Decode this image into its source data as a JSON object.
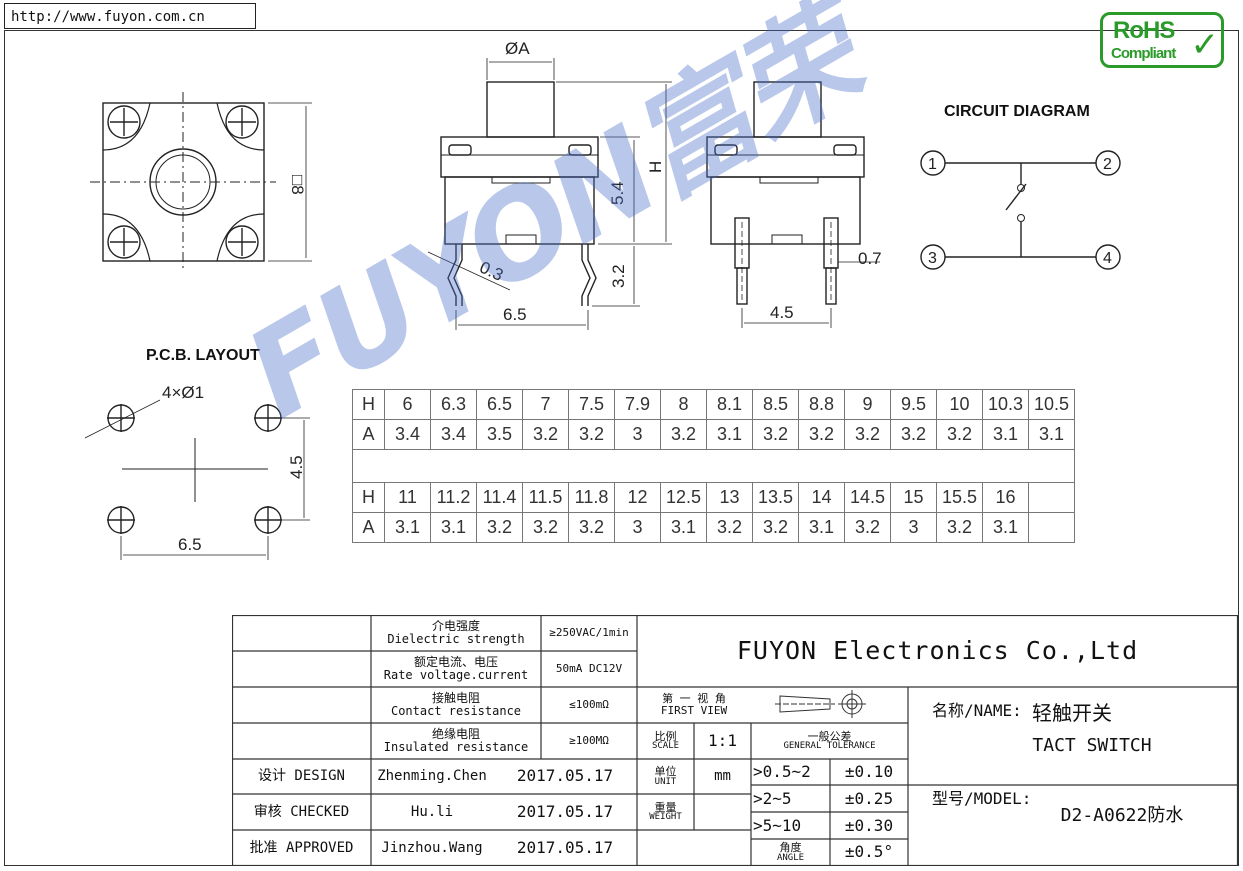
{
  "header": {
    "url": "http://www.fuyon.com.cn"
  },
  "rohs": {
    "line1": "RoHS",
    "line2": "Compliant"
  },
  "drawing": {
    "top_view": {
      "size_label": "□8"
    },
    "front_view": {
      "dia_label": "ØA",
      "h_label": "H",
      "body_label": "5.4",
      "pin_len_label": "3.2",
      "pin_thk_label": "0.3",
      "pitch_label": "6.5"
    },
    "side_view": {
      "pin_w_label": "0.7",
      "pitch_label": "4.5"
    },
    "circuit": {
      "title": "CIRCUIT DIAGRAM",
      "pins": [
        "1",
        "2",
        "3",
        "4"
      ]
    },
    "pcb": {
      "title": "P.C.B. LAYOUT",
      "hole_label": "4×Ø1",
      "v_label": "4.5",
      "h_label": "6.5"
    }
  },
  "watermark": {
    "text": "FUYON富荣"
  },
  "dimension_table": {
    "row_label_h": "H",
    "row_label_a": "A",
    "group1": {
      "H": [
        "6",
        "6.3",
        "6.5",
        "7",
        "7.5",
        "7.9",
        "8",
        "8.1",
        "8.5",
        "8.8",
        "9",
        "9.5",
        "10",
        "10.3",
        "10.5"
      ],
      "A": [
        "3.4",
        "3.4",
        "3.5",
        "3.2",
        "3.2",
        "3",
        "3.2",
        "3.1",
        "3.2",
        "3.2",
        "3.2",
        "3.2",
        "3.2",
        "3.1",
        "3.1"
      ]
    },
    "group2": {
      "H": [
        "11",
        "11.2",
        "11.4",
        "11.5",
        "11.8",
        "12",
        "12.5",
        "13",
        "13.5",
        "14",
        "14.5",
        "15",
        "15.5",
        "16",
        ""
      ],
      "A": [
        "3.1",
        "3.1",
        "3.2",
        "3.2",
        "3.2",
        "3",
        "3.1",
        "3.2",
        "3.2",
        "3.1",
        "3.2",
        "3",
        "3.2",
        "3.1",
        ""
      ]
    }
  },
  "title_block": {
    "specs": [
      {
        "cn": "介电强度",
        "en": "Dielectric strength",
        "value": "≥250VAC/1min"
      },
      {
        "cn": "额定电流、电压",
        "en": "Rate voltage.current",
        "value": "50mA DC12V"
      },
      {
        "cn": "接触电阻",
        "en": "Contact resistance",
        "value": "≤100mΩ"
      },
      {
        "cn": "绝缘电阻",
        "en": "Insulated resistance",
        "value": "≥100MΩ"
      }
    ],
    "company": "FUYON Electronics Co.,Ltd",
    "first_view": {
      "cn": "第 一 视 角",
      "en": "FIRST VIEW"
    },
    "scale": {
      "cn": "比例",
      "en": "SCALE",
      "value": "1:1"
    },
    "unit": {
      "cn": "单位",
      "en": "UNIT",
      "value": "mm"
    },
    "weight": {
      "cn": "重量",
      "en": "WEIGHT",
      "value": ""
    },
    "tolerance": {
      "cn": "一般公差",
      "en": "GENERAL TOLERANCE",
      "rows": [
        {
          "range": ">0.5~2",
          "value": "±0.10"
        },
        {
          "range": ">2~5",
          "value": "±0.25"
        },
        {
          "range": ">5~10",
          "value": "±0.30"
        }
      ],
      "angle_cn": "角度",
      "angle_en": "ANGLE",
      "angle_value": "±0.5°"
    },
    "people": [
      {
        "role": "设计 DESIGN",
        "name": "Zhenming.Chen",
        "date": "2017.05.17"
      },
      {
        "role": "审核 CHECKED",
        "name": "Hu.li",
        "date": "2017.05.17"
      },
      {
        "role": "批准 APPROVED",
        "name": "Jinzhou.Wang",
        "date": "2017.05.17"
      }
    ],
    "name_label": "名称/NAME:",
    "name_cn": "轻触开关",
    "name_en": "TACT SWITCH",
    "model_label": "型号/MODEL:",
    "model_value": "D2-A0622防水"
  }
}
